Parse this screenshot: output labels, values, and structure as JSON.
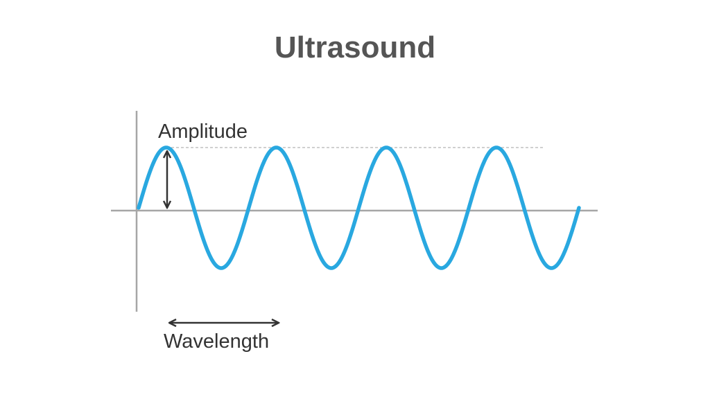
{
  "title": "Ultrasound",
  "labels": {
    "amplitude": "Amplitude",
    "wavelength": "Wavelength"
  },
  "colors": {
    "wave": "#29a8e0",
    "axis": "#a6a6a6",
    "arrow": "#333333",
    "guide": "#b3b3b3",
    "title": "#555555"
  },
  "wave": {
    "cycles": 4
  }
}
